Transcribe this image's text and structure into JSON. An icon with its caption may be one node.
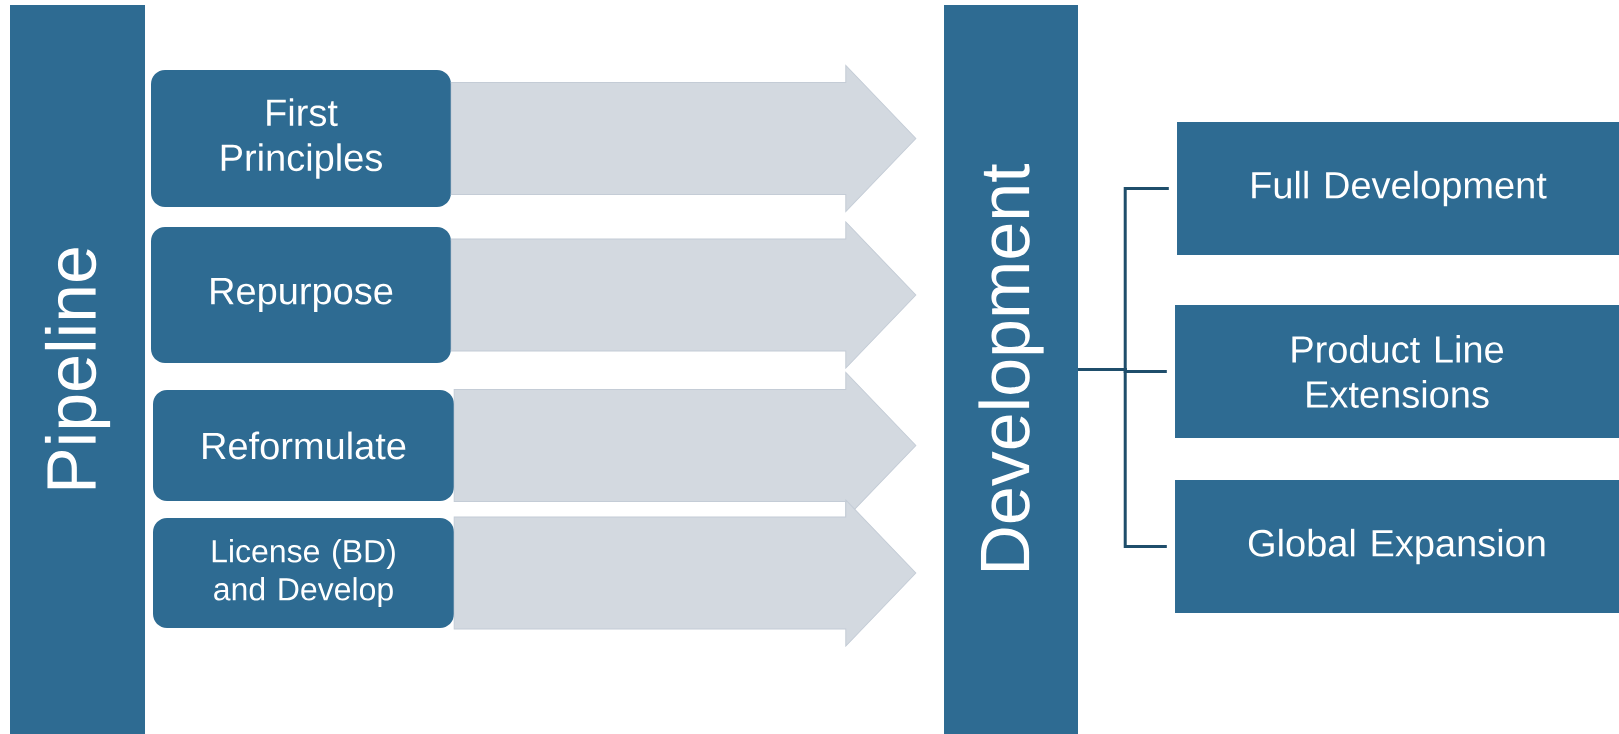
{
  "diagram": {
    "nodes": [
      {
        "text": [
          "Pipeline"
        ]
      },
      {
        "text": [
          "First Principles"
        ]
      },
      {
        "text": [
          "Repurpose"
        ]
      },
      {
        "text": [
          "Reformulate"
        ]
      },
      {
        "text": [
          "License (BD) and Develop"
        ]
      },
      {
        "text": [
          "Development"
        ]
      },
      {
        "text": [
          "Full Development"
        ]
      },
      {
        "text": [
          "Product Line Extensions"
        ]
      },
      {
        "text": [
          "Global Expansion"
        ]
      }
    ],
    "edges": [
      {
        "from": 1,
        "to": 5,
        "arrow": "to"
      },
      {
        "from": 2,
        "to": 5,
        "arrow": "to"
      },
      {
        "from": 3,
        "to": 5,
        "arrow": "to"
      },
      {
        "from": 4,
        "to": 5,
        "arrow": "to"
      },
      {
        "from": 5,
        "to": 6,
        "arrow": "none",
        "color": "#1f4e6b"
      },
      {
        "from": 5,
        "to": 7,
        "arrow": "none",
        "color": "#1f4e6b"
      },
      {
        "from": 5,
        "to": 8,
        "arrow": "none",
        "color": "#1f4e6b"
      }
    ]
  }
}
